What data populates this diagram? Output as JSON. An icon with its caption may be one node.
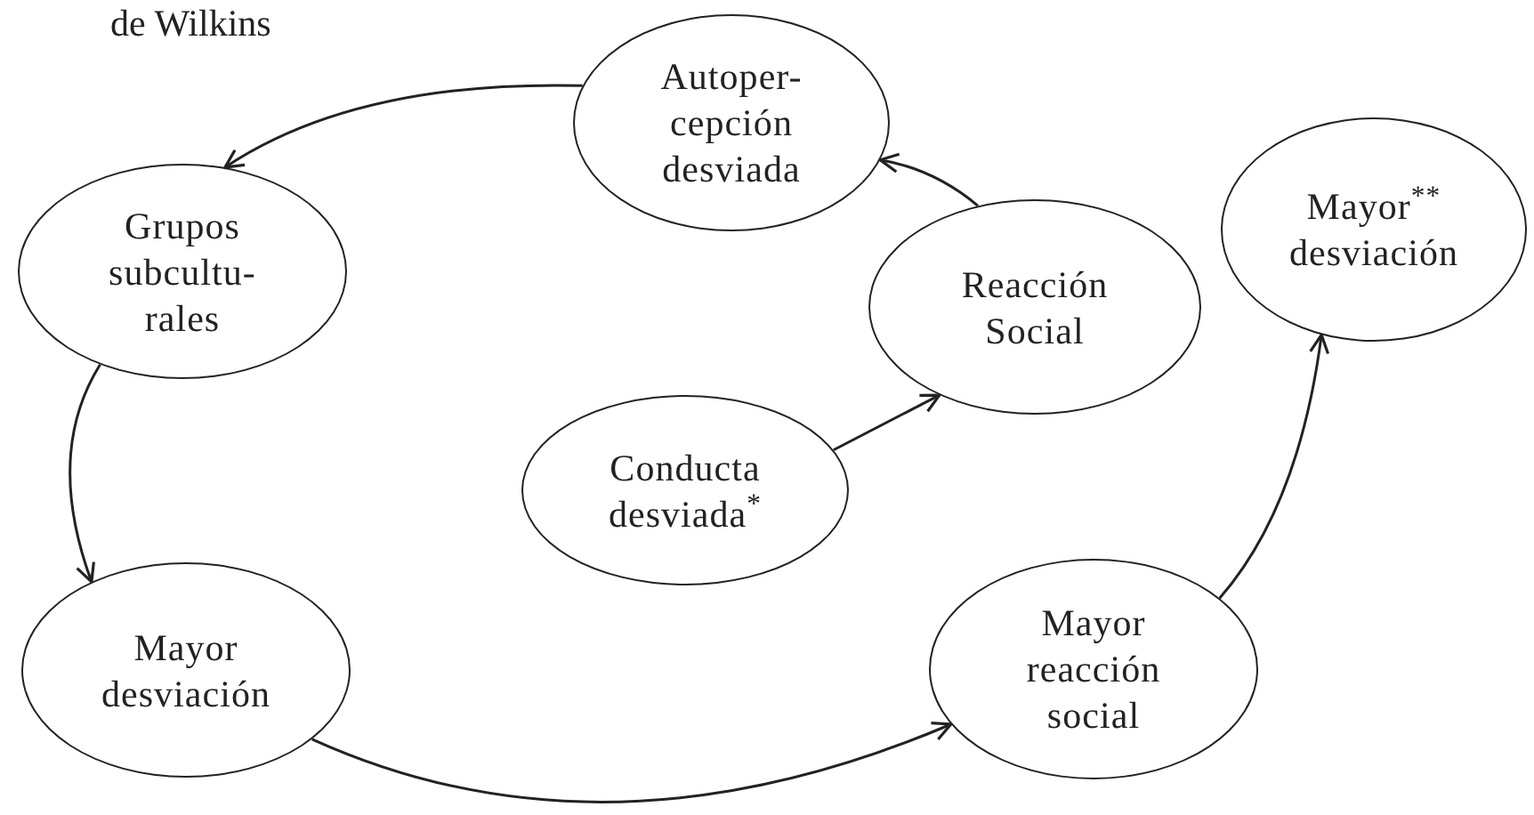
{
  "diagram": {
    "nodes": [
      {
        "text": [
          "Autoper- cepción desviada"
        ]
      },
      {
        "text": [
          "Grupos subcultu- rales"
        ]
      },
      {
        "text": [
          "Reacción Social"
        ]
      },
      {
        "text": [
          "Mayor$^{**}$ desviación"
        ]
      },
      {
        "text": [
          "Conducta desviada$^{*}$"
        ]
      },
      {
        "text": [
          "Mayor desviación"
        ]
      },
      {
        "text": [
          "Mayor reacción social"
        ]
      }
    ],
    "edges": [
      {
        "from": 0,
        "to": 1,
        "arrow": "to"
      },
      {
        "from": 1,
        "to": 5,
        "arrow": "to"
      },
      {
        "from": 5,
        "to": 6,
        "arrow": "to"
      },
      {
        "from": 6,
        "to": 3,
        "arrow": "to"
      },
      {
        "from": 4,
        "to": 2,
        "arrow": "to"
      },
      {
        "from": 2,
        "to": 0,
        "arrow": "to"
      }
    ],
    "labels": [
      "de Wilkins"
    ]
  }
}
